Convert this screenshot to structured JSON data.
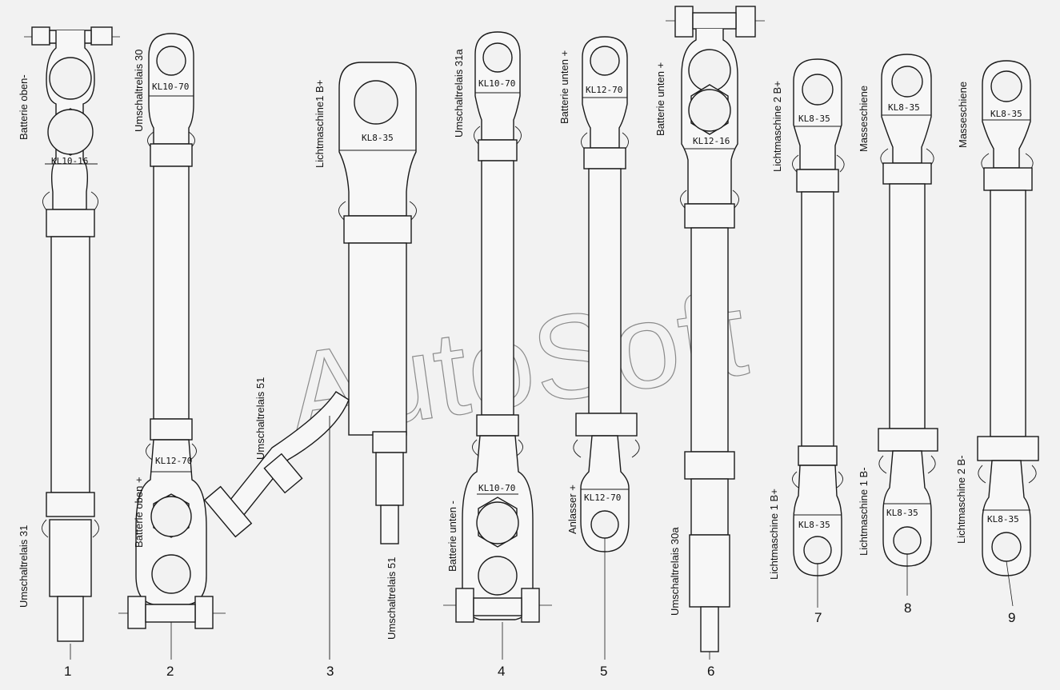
{
  "watermark": "AutoSoft",
  "colors": {
    "background": "#f2f2f2",
    "line": "#1a1a1a",
    "watermark": "#8a8a8a"
  },
  "parts": [
    {
      "number": "1",
      "label_top": "Batterie oben-",
      "code_top": "KL10-16",
      "label_bottom": "Umschaltrelais 31"
    },
    {
      "number": "2",
      "label_top": "Umschaltrelais 30",
      "code_top": "KL10-70",
      "code_bottom": "KL12-70",
      "label_bottom": "Batterie oben +"
    },
    {
      "number": "3",
      "label_top": "Lichtmaschine1 B+",
      "code_top": "KL8-35",
      "label_middle": "Umschaltrelais 51",
      "label_bottom": "Umschaltrelais 51"
    },
    {
      "number": "4",
      "label_top": "Umschaltrelais 31a",
      "code_top": "KL10-70",
      "code_bottom": "KL10-70",
      "label_bottom": "Batterie unten -"
    },
    {
      "number": "5",
      "label_top": "Batterie unten +",
      "code_top": "KL12-70",
      "code_bottom": "KL12-70",
      "label_bottom": "Anlasser +"
    },
    {
      "number": "6",
      "label_top": "Batterie unten +",
      "code_top": "KL12-16",
      "label_bottom": "Umschaltrelais 30a"
    },
    {
      "number": "7",
      "label_top": "Lichtmaschine 2 B+",
      "code_top": "KL8-35",
      "code_bottom": "KL8-35",
      "label_bottom": "Lichtmaschine 1 B+"
    },
    {
      "number": "8",
      "label_top": "Masseschiene",
      "code_top": "KL8-35",
      "code_bottom": "KL8-35",
      "label_bottom": "Lichtmaschine 1 B-"
    },
    {
      "number": "9",
      "label_top": "Masseschiene",
      "code_top": "KL8-35",
      "code_bottom": "KL8-35",
      "label_bottom": "Lichtmaschine 2 B-"
    }
  ]
}
